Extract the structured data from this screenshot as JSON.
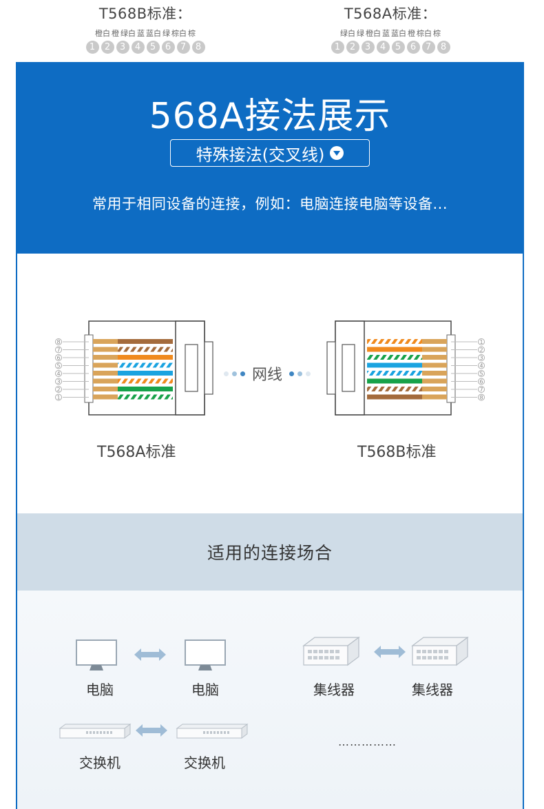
{
  "top_standards": [
    {
      "title": "T568B标准：",
      "colors": [
        "橙白",
        "橙",
        "绿白",
        "蓝",
        "蓝白",
        "绿",
        "棕白",
        "棕"
      ],
      "pins": [
        "1",
        "2",
        "3",
        "4",
        "5",
        "6",
        "7",
        "8"
      ]
    },
    {
      "title": "T568A标准：",
      "colors": [
        "绿白",
        "绿",
        "橙白",
        "蓝",
        "蓝白",
        "橙",
        "棕白",
        "棕"
      ],
      "pins": [
        "1",
        "2",
        "3",
        "4",
        "5",
        "6",
        "7",
        "8"
      ]
    }
  ],
  "hero": {
    "title": "568A接法展示",
    "pill_label": "特殊接法(交叉线)",
    "description": "常用于相同设备的连接，例如：电脑连接电脑等设备..."
  },
  "diagram": {
    "left_label": "T568A标准",
    "right_label": "T568B标准",
    "cable_label": "网线",
    "left_pins": [
      "8",
      "7",
      "6",
      "5",
      "4",
      "3",
      "2",
      "1"
    ],
    "right_pins": [
      "1",
      "2",
      "3",
      "4",
      "5",
      "6",
      "7",
      "8"
    ],
    "colors": {
      "orange": "#f08a1e",
      "orange_white": "#f5c27a",
      "green": "#17a24a",
      "green_white": "#8fd3a8",
      "blue": "#1aa3e0",
      "blue_white": "#8fd2f0",
      "brown": "#a46b3c",
      "brown_white": "#d6b38f",
      "brand_blue": "#0e6cc3"
    }
  },
  "section": {
    "title": "适用的连接场合"
  },
  "cases": [
    {
      "left": "电脑",
      "right": "电脑",
      "icon": "monitor-icon"
    },
    {
      "left": "集线器",
      "right": "集线器",
      "icon": "hub-icon"
    },
    {
      "left": "交换机",
      "right": "交换机",
      "icon": "switch-icon"
    }
  ],
  "more": "……………"
}
